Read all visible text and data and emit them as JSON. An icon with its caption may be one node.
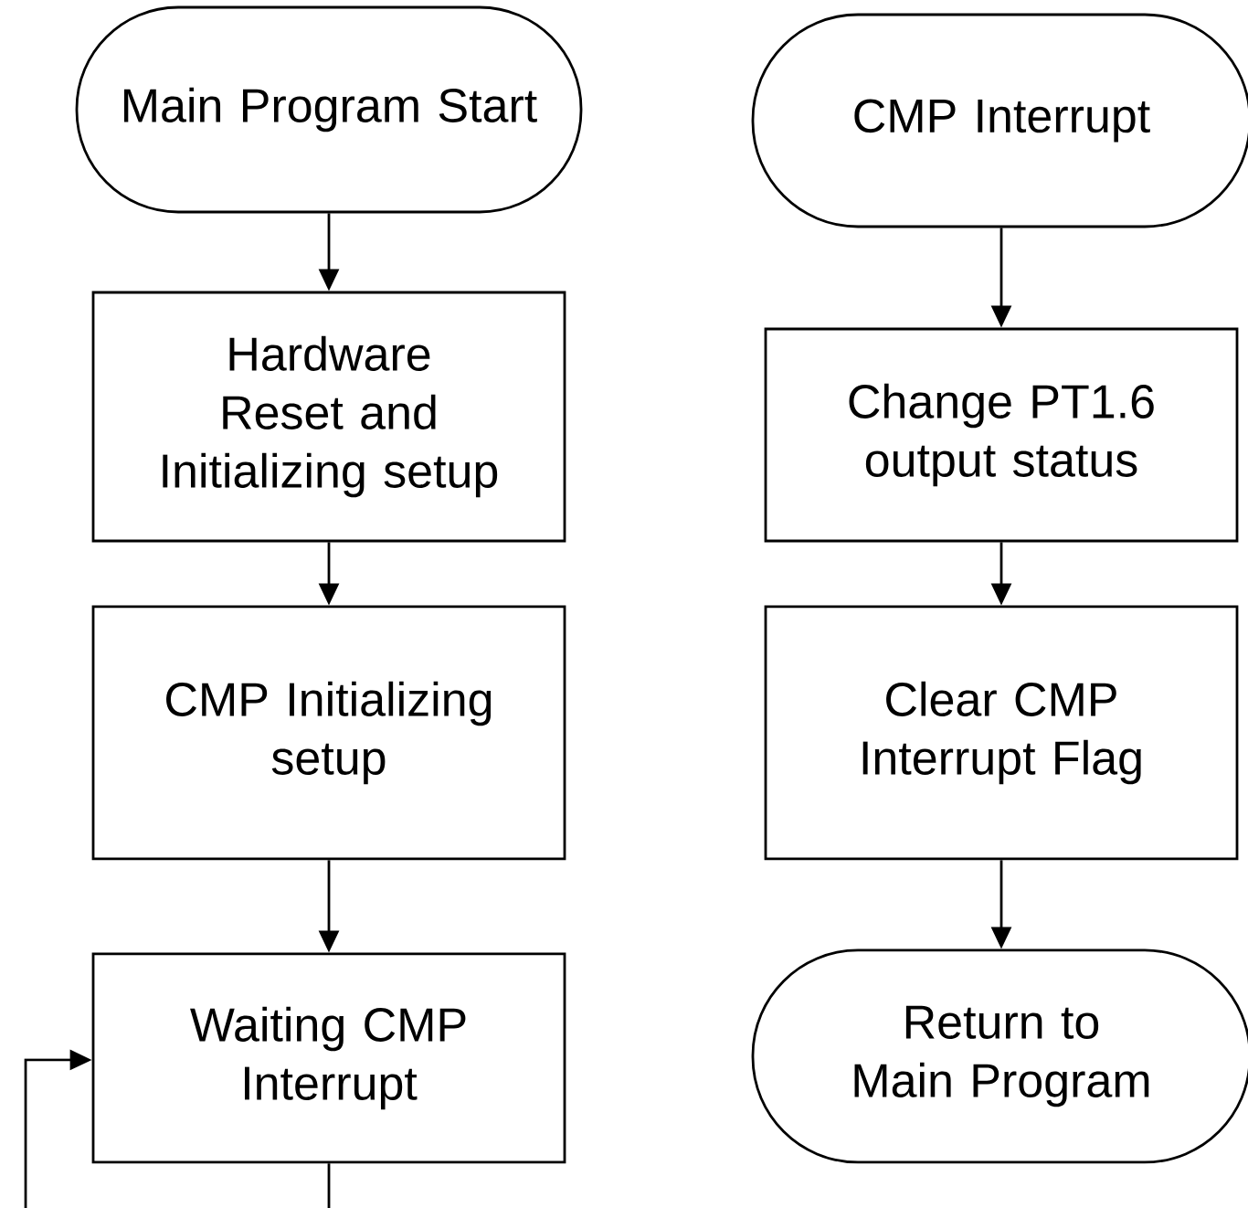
{
  "diagram": {
    "nodes": [
      {
        "text": [
          "Main Program Start"
        ]
      },
      {
        "text": [
          "Hardware Reset and Initializing setup"
        ]
      },
      {
        "text": [
          "CMP Initializing setup"
        ]
      },
      {
        "text": [
          "Waiting CMP Interrupt"
        ]
      },
      {
        "text": [
          "CMP Interrupt"
        ]
      },
      {
        "text": [
          "Change PT1.6 output status"
        ]
      },
      {
        "text": [
          "Clear CMP Interrupt Flag"
        ]
      },
      {
        "text": [
          "Return to Main Program"
        ]
      }
    ],
    "edges": [
      {
        "from": 0,
        "to": 1,
        "arrow": "to"
      },
      {
        "from": 1,
        "to": 2,
        "arrow": "to"
      },
      {
        "from": 2,
        "to": 3,
        "arrow": "to"
      },
      {
        "from": 4,
        "to": 5,
        "arrow": "to"
      },
      {
        "from": 5,
        "to": 6,
        "arrow": "to"
      },
      {
        "from": 6,
        "to": 7,
        "arrow": "to"
      },
      {
        "from": 3,
        "to": null,
        "arrow": "none"
      },
      {
        "from": null,
        "to": 3,
        "arrow": "to"
      }
    ]
  }
}
